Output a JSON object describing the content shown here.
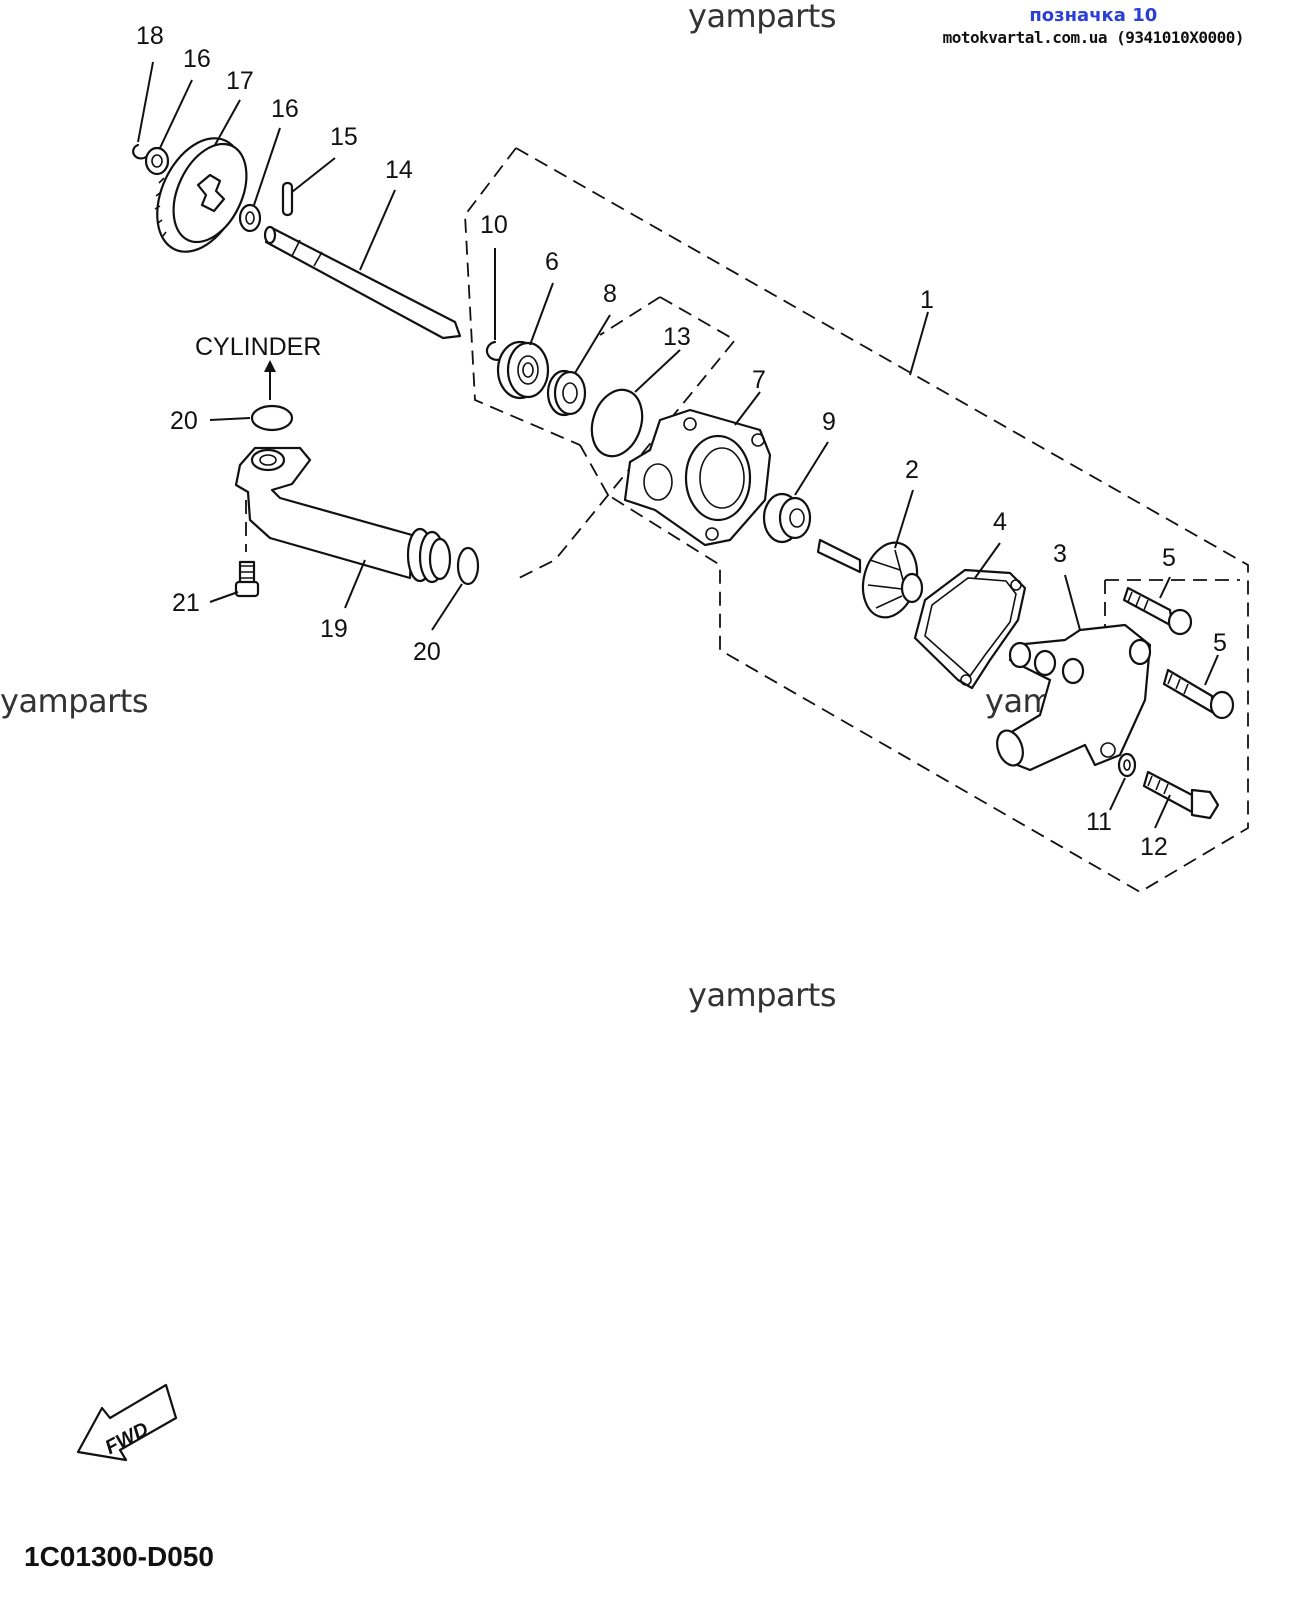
{
  "watermarks": [
    "yamparts",
    "yamparts",
    "yamparts",
    "yamparts"
  ],
  "badge": {
    "title": "позначка 10",
    "subtitle": "motokvartal.com.ua (9341010X0000)"
  },
  "labels": {
    "cylinder": "CYLINDER",
    "fwd": "FWD",
    "diagram_code": "1C01300-D050"
  },
  "callouts": {
    "p1": "1",
    "p2": "2",
    "p3": "3",
    "p4": "4",
    "p5a": "5",
    "p5b": "5",
    "p6": "6",
    "p7": "7",
    "p8": "8",
    "p9": "9",
    "p10": "10",
    "p11": "11",
    "p12": "12",
    "p13": "13",
    "p14": "14",
    "p15": "15",
    "p16a": "16",
    "p16b": "16",
    "p17": "17",
    "p18": "18",
    "p19": "19",
    "p20a": "20",
    "p20b": "20",
    "p21": "21"
  }
}
